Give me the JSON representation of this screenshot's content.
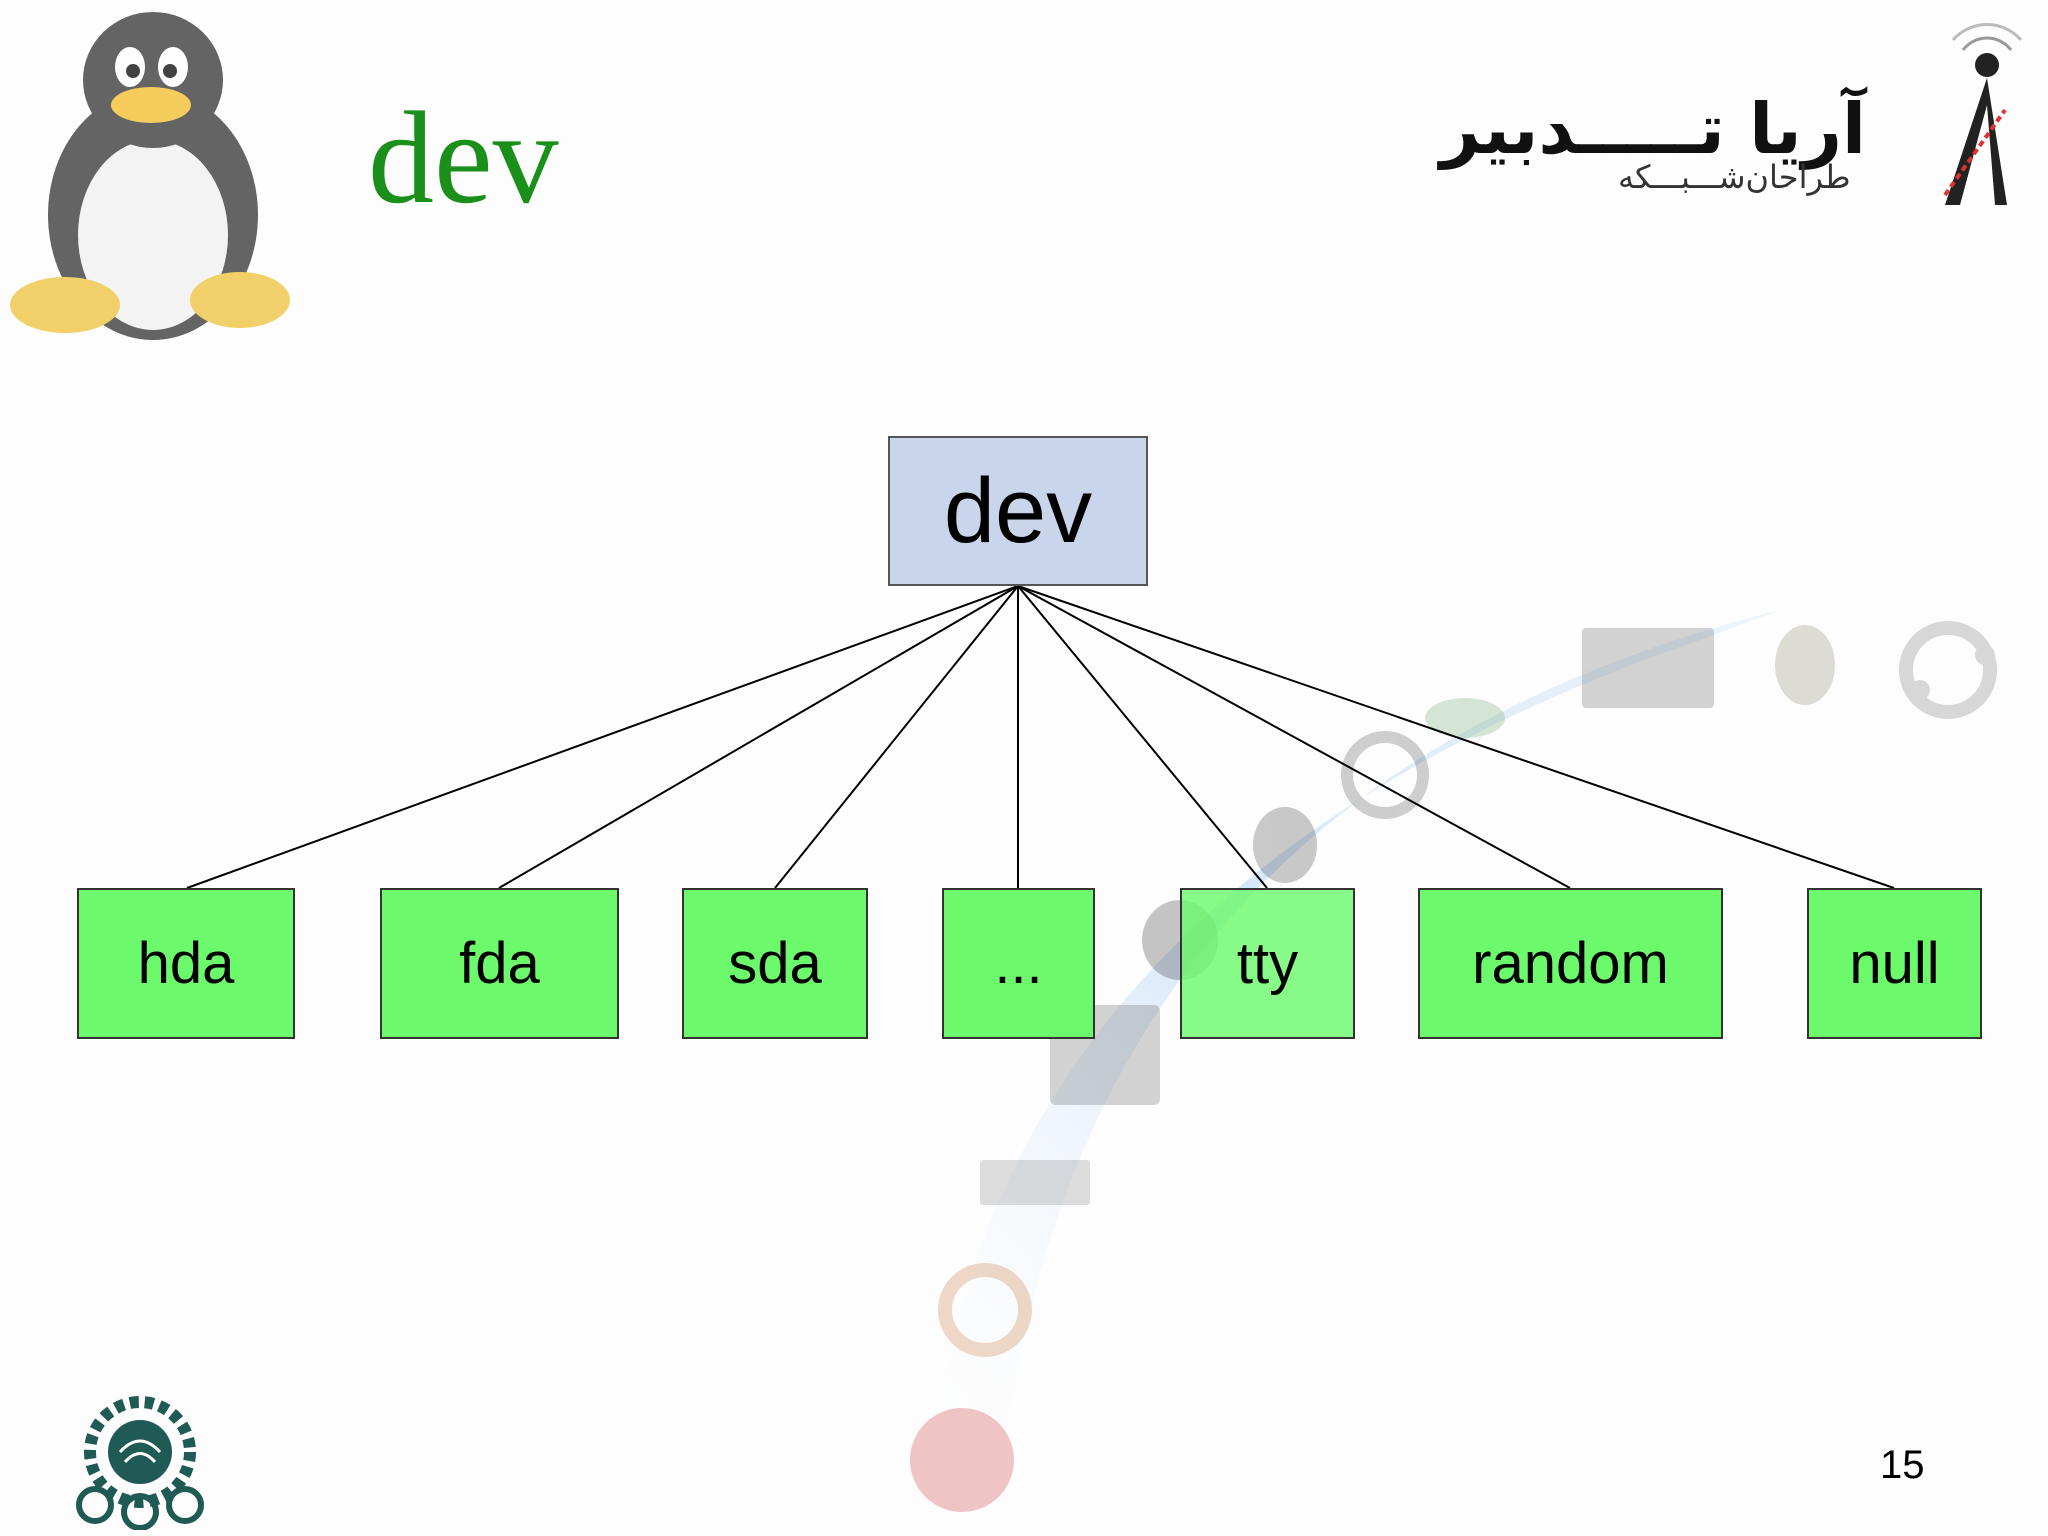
{
  "slide": {
    "title": "dev",
    "page_number": "15"
  },
  "logo": {
    "main_text": "آریا تـــــدبیر",
    "sub_text": "طراحان‌شـــبـــکه"
  },
  "diagram": {
    "root": "dev",
    "children": [
      "hda",
      "fda",
      "sda",
      "...",
      "tty",
      "random",
      "null"
    ]
  },
  "colors": {
    "title": "#1a8f1a",
    "root_fill": "#c9d5ea",
    "leaf_fill": "#6cf96c",
    "background_arc": "#bcd7f5"
  },
  "icons": {
    "top_left": "tux-penguin-icon",
    "bottom_left": "university-seal-icon",
    "top_right": "company-logo-icon",
    "background": "distro-logos-watermark"
  }
}
